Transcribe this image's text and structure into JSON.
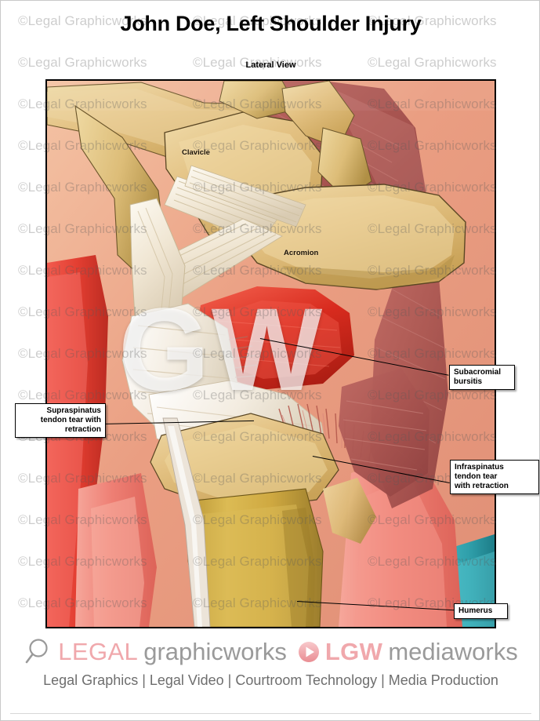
{
  "document": {
    "title": "John Doe, Left Shoulder Injury",
    "subtitle": "Lateral View"
  },
  "illustration": {
    "inline_labels": [
      {
        "name": "clavicle",
        "text": "Clavicle"
      },
      {
        "name": "acromion",
        "text": "Acromion"
      }
    ],
    "callouts": [
      {
        "name": "subacromial-bursitis",
        "text": "Subacromial\nbursitis"
      },
      {
        "name": "supraspinatus-tendon-tear",
        "text": "Supraspinatus\ntendon tear with\nretraction"
      },
      {
        "name": "infraspinatus-tendon-tear",
        "text": "Infraspinatus\ntendon tear\nwith retraction"
      },
      {
        "name": "humerus",
        "text": "Humerus"
      }
    ],
    "center_watermark": "GW",
    "tile_watermark": "©Legal Graphicworks",
    "colors": {
      "bone": "#e3c182",
      "bone_shaft": "#c9a53f",
      "muscle_dark_red": "#b05a55",
      "muscle_pink": "#ee8b82",
      "muscle_bright_red": "#e23b2e",
      "ligament": "#efe6d5",
      "background_peach": "#e8a98c",
      "teal_muscle": "#35a8b5",
      "frame_border": "#000000"
    }
  },
  "footer": {
    "brand_legal": "LEGAL",
    "brand_graphicworks": "graphicworks",
    "brand_lgw": "LGW",
    "brand_mediaworks": "mediaworks",
    "tagline": "Legal Graphics | Legal Video | Courtroom Technology | Media Production",
    "accent_color": "#f0a8ac",
    "text_color": "#9a9a9a"
  }
}
